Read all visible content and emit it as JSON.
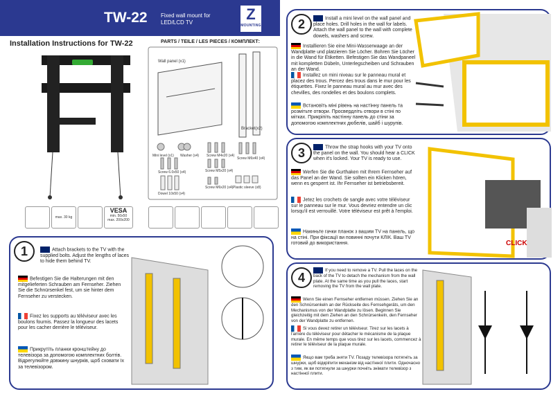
{
  "header": {
    "model": "TW-22",
    "description": "Fixed wall mount for LED/LCD TV",
    "logo_letter": "Z",
    "logo_text": "MOUNTING"
  },
  "install_title": "Installation Instructions for TW-22",
  "parts": {
    "heading": "PARTS / TEILE / LES PIECES / КОМПЛЕКТ:",
    "wall_panel": "Wall panel (x1)",
    "bracket": "Bracket(x2)",
    "items": [
      "Mini level (x1)",
      "Washer (x4)",
      "Screw M4x20 (x4)",
      "Screw M6x40 (x4)",
      "Screw 6.0x50 (x4)",
      "Screw M5x20 (x4)",
      "Dowel 10x50 (x4)",
      "Screw M6x20 (x4)",
      "Plastic sleeve (x8)"
    ]
  },
  "specs": {
    "max_load": "max. 30 kg",
    "vesa": "VESA",
    "vesa_min": "min. 50x50",
    "vesa_max": "max. 200x200"
  },
  "steps": {
    "s1": {
      "num": "1",
      "en": "Attach brackets to the TV with the supplied bolts. Adjust the lengths of laces to hide them behind TV.",
      "de": "Befestigen Sie die Halterungen mit den mitgelieferten Schrauben am Fernseher. Ziehen Sie die Schnürsenkel fest, um sie hinter dem Fernseher zu verstecken.",
      "fr": "Fixez les supports au téléviseur avec les boulons fournis. Passez la longueur des lacets pour les cacher derrière le téléviseur.",
      "ua": "Прикрутіть планки кронштейну до телевізора за допомогою комплектних болтів. Відрегулюйте довжину шнурків, щоб сховати їх за телевізором."
    },
    "s2": {
      "num": "2",
      "en": "Install a mini level on the wall panel and place holes. Drill holes in the wall for labels. Attach the wall panel to the wall with complete dowels, washers and screw.",
      "de": "Installieren Sie eine Mini-Wasserwaage an der Wandplatte und platzieren Sie Löcher. Bohren Sie Löcher in die Wand für Etiketten. Befestigen Sie das Wandpaneel mit kompletten Dübeln, Unterlegscheiben und Schrauben an der Wand.",
      "fr": "Installez un mini niveau sur le panneau mural et placez des trous. Percez des trous dans le mur pour les étiquettes. Fixez le panneau mural au mur avec des chevilles, des rondelles et des boulons complets.",
      "ua": "Встановіть міні рівень на настінну панель та розмітьте отвори. Просвердліть отвори в стіні по мітках. Прикріпіть настінну панель до стіни за допомогою комплектних дюбелів, шайб і шурупів."
    },
    "s3": {
      "num": "3",
      "en": "Throw the strap hooks with your TV onto the panel on the wall. You should hear a CLICK when it's locked. Your TV is ready to use.",
      "de": "Werfen Sie die Gurthaken mit Ihrem Fernseher auf das Panel an der Wand. Sie sollten ein Klicken hören, wenn es gesperrt ist. Ihr Fernseher ist betriebsbereit.",
      "fr": "Jetez les crochets de sangle avec votre téléviseur sur le panneau sur le mur. Vous devriez entendre un clic lorsqu'il est verrouillé. Votre téléviseur est prêt à l'emploi.",
      "ua": "Накиньте гачки планок з вашим TV на панель, що на стіні. При фіксації ви повинні почути КЛІК. Ваш TV готовий до використання.",
      "click": "CLICK"
    },
    "s4": {
      "num": "4",
      "en": "If you need to remove a TV. Pull the laces on the back of the TV to detach the mechanism from the wall plate. At the same time as you pull the laces, start removing the TV from the wall plate.",
      "de": "Wenn Sie einen Fernseher entfernen müssen. Ziehen Sie an den Schnürsenkeln an der Rückseite des Fernsehgeräts, um den Mechanismus von der Wandplatte zu lösen. Beginnen Sie gleichzeitig mit dem Ziehen an den Schnürsenkeln, den Fernseher von der Wandplatte zu entfernen.",
      "fr": "Si vous devez retirer un téléviseur. Tirez sur les lacets à l'arrière du téléviseur pour détacher le mécanisme de la plaque murale. En même temps que vous tirez sur les lacets, commencez à retirer le téléviseur de la plaque murale.",
      "ua": "Якщо вам треба зняти TV. Позаду телевізора потягніть за шнурки, щоб відкріпити механізм від настінної плити. Одночасно з тим, як ви потягнули за шнурки почніть знімати телевізор з настінної плити."
    }
  },
  "colors": {
    "brand": "#2b3990",
    "accent": "#f2c200"
  }
}
